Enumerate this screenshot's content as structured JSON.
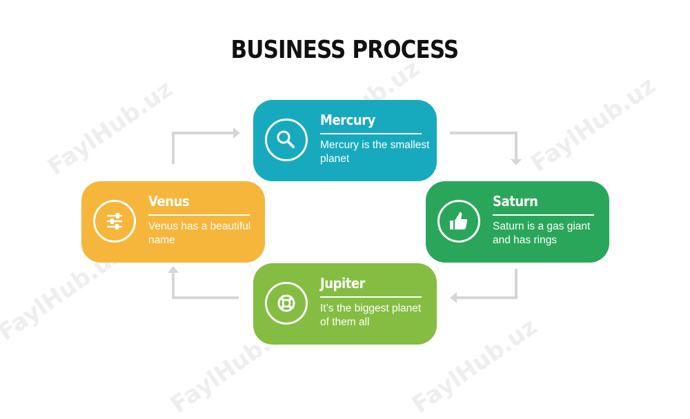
{
  "title": "BUSINESS PROCESS",
  "watermark": "FaylHub.uz",
  "colors": {
    "mercury": "#17aabf",
    "saturn": "#2aa65a",
    "jupiter": "#84bd42",
    "venus": "#f5b63b",
    "connector": "#d6d6d6"
  },
  "cards": {
    "mercury": {
      "title": "Mercury",
      "description": "Mercury is the smallest planet",
      "icon": "magnifier-icon"
    },
    "saturn": {
      "title": "Saturn",
      "description": "Saturn is a gas giant and has rings",
      "icon": "thumbs-up-icon"
    },
    "jupiter": {
      "title": "Jupiter",
      "description": "It’s the biggest planet of them all",
      "icon": "lifebuoy-icon"
    },
    "venus": {
      "title": "Venus",
      "description": "Venus has a beautiful name",
      "icon": "sliders-icon"
    }
  }
}
